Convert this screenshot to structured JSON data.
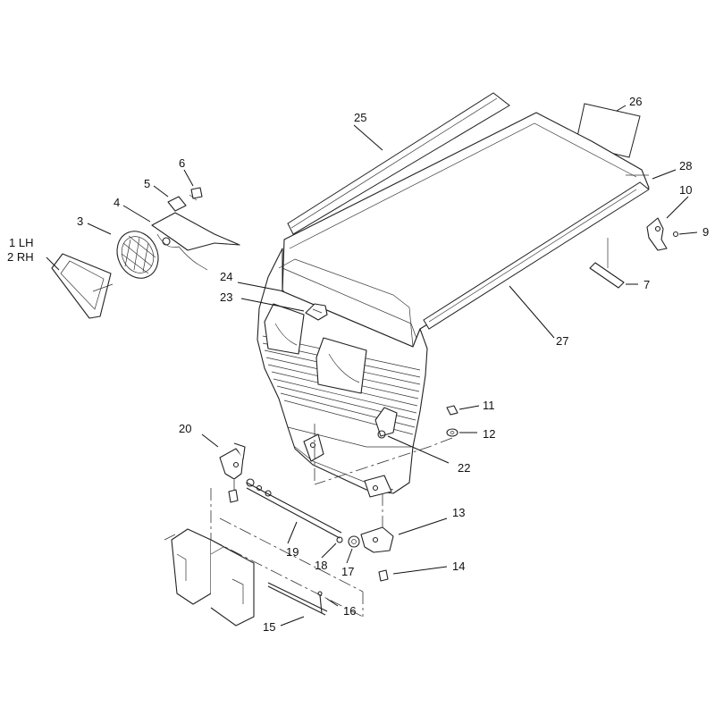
{
  "labels": {
    "l1": "1 LH",
    "l2": "2 RH",
    "l3": "3",
    "l4": "4",
    "l5": "5",
    "l6": "6",
    "l7": "7",
    "l9": "9",
    "l10": "10",
    "l11": "11",
    "l12": "12",
    "l13": "13",
    "l14": "14",
    "l15": "15",
    "l16": "16",
    "l17": "17",
    "l18": "18",
    "l19": "19",
    "l20": "20",
    "l22": "22",
    "l23": "23",
    "l24": "24",
    "l25": "25",
    "l26": "26",
    "l27": "27",
    "l28": "28"
  }
}
